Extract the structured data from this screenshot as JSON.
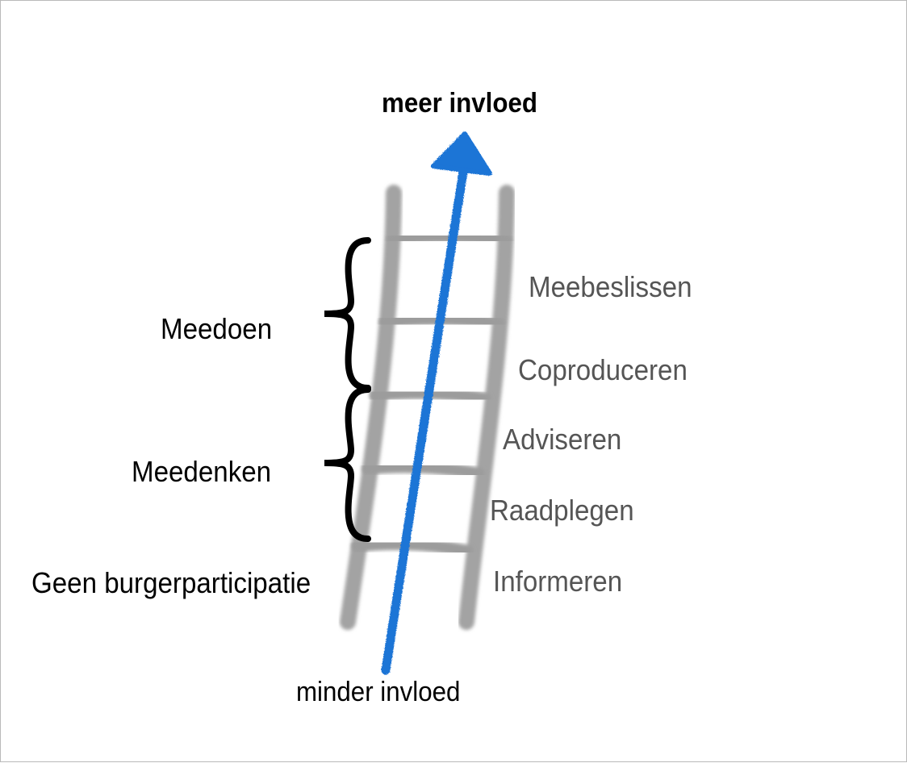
{
  "influence": {
    "top_label": "meer invloed",
    "bottom_label": "minder invloed"
  },
  "groups": [
    {
      "label": "Meedoen"
    },
    {
      "label": "Meedenken"
    },
    {
      "label": "Geen burgerparticipatie"
    }
  ],
  "rungs": [
    {
      "label": "Meebeslissen"
    },
    {
      "label": "Coproduceren"
    },
    {
      "label": "Adviseren"
    },
    {
      "label": "Raadplegen"
    },
    {
      "label": "Informeren"
    }
  ],
  "colors": {
    "arrow": "#1f74d6",
    "ladder": "#a3a3a3",
    "rung_text": "#555555",
    "text": "#000000"
  }
}
